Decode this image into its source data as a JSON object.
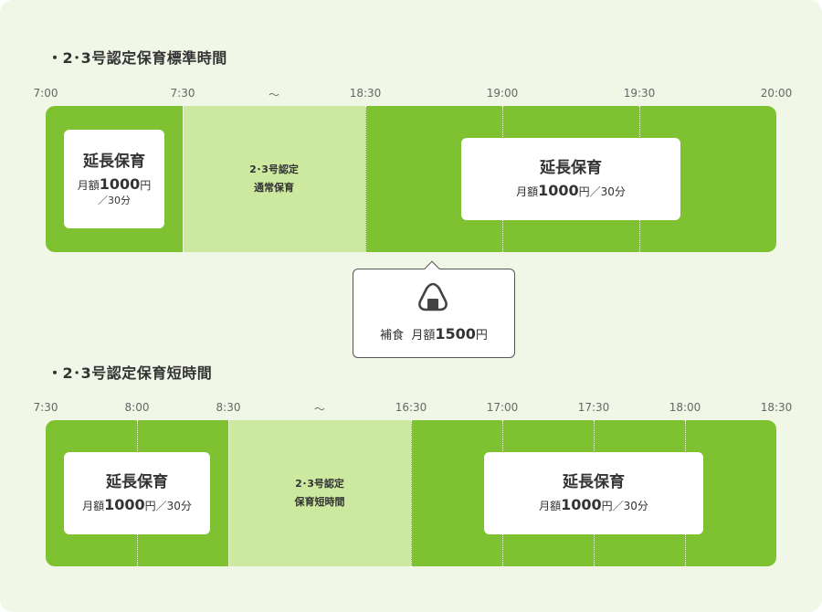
{
  "standard": {
    "title": "・2･3号認定保育標準時間",
    "ticks": [
      "7:00",
      "7:30",
      "〜",
      "18:30",
      "19:00",
      "19:30",
      "20:00"
    ],
    "center_label_line1": "2･3号認定",
    "center_label_line2": "通常保育",
    "left_box": {
      "title": "延長保育",
      "price_prefix": "月額",
      "price_amount": "1000",
      "price_unit": "円",
      "price_suffix": "／30分"
    },
    "right_box": {
      "title": "延長保育",
      "price_prefix": "月額",
      "price_amount": "1000",
      "price_unit": "円",
      "price_suffix": "／30分"
    }
  },
  "meal": {
    "icon": "onigiri-icon",
    "label": "補食",
    "price_prefix": "月額",
    "price_amount": "1500",
    "price_unit": "円"
  },
  "short": {
    "title": "・2･3号認定保育短時間",
    "ticks": [
      "7:30",
      "8:00",
      "8:30",
      "〜",
      "16:30",
      "17:00",
      "17:30",
      "18:00",
      "18:30"
    ],
    "center_label_line1": "2･3号認定",
    "center_label_line2": "保育短時間",
    "left_box": {
      "title": "延長保育",
      "price_prefix": "月額",
      "price_amount": "1000",
      "price_unit": "円",
      "price_suffix": "／30分"
    },
    "right_box": {
      "title": "延長保育",
      "price_prefix": "月額",
      "price_amount": "1000",
      "price_unit": "円",
      "price_suffix": "／30分"
    }
  },
  "colors": {
    "panel_background": "#f0f7e6",
    "extended_green": "#7ec232",
    "regular_light_green": "#cde99f",
    "box_white": "#ffffff",
    "text_dark": "#333333"
  }
}
